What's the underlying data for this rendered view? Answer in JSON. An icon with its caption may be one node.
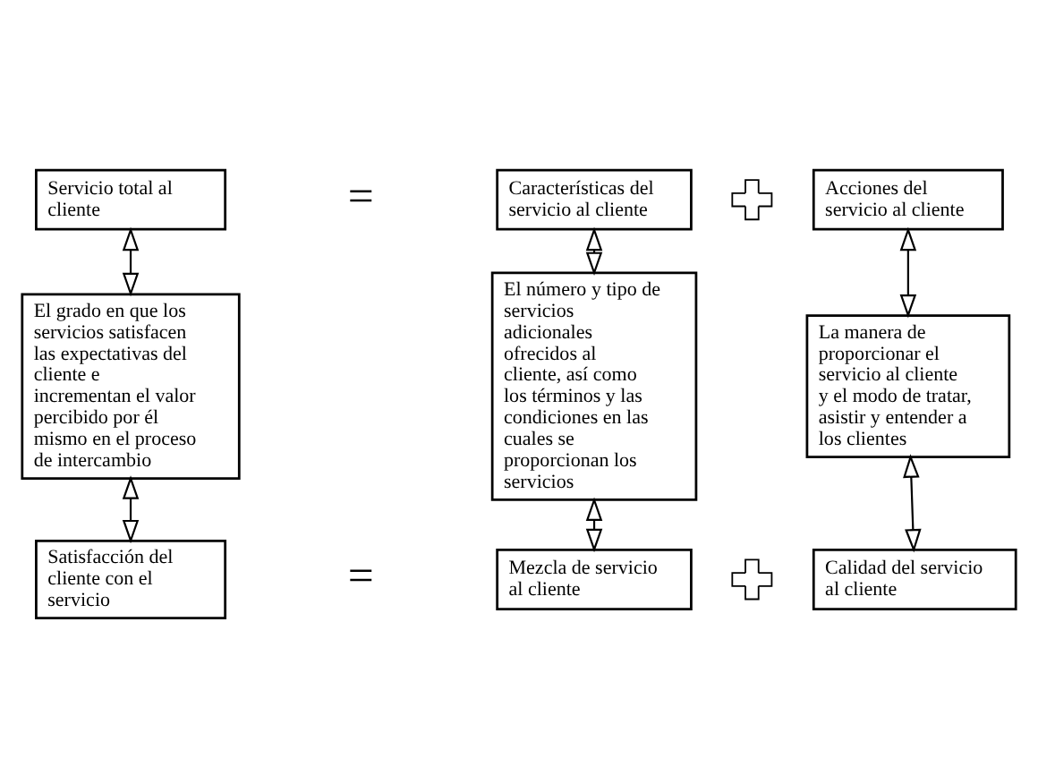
{
  "diagram": {
    "nodes": [
      {
        "text": [
          "Servicio total al cliente"
        ]
      },
      {
        "text": [
          "Características del servicio al cliente"
        ]
      },
      {
        "text": [
          "Acciones del servicio al cliente"
        ]
      },
      {
        "text": [
          "El grado en que los servicios satisfacen las expectativas del cliente e incrementan el valor percibido por él mismo en el proceso de intercambio"
        ]
      },
      {
        "text": [
          "El número y tipo de servicios adicionales ofrecidos al cliente, así como los términos y las condiciones en las cuales se proporcionan los servicios"
        ]
      },
      {
        "text": [
          "La manera de proporcionar el servicio al cliente y el modo de tratar, asistir y entender a los clientes"
        ]
      },
      {
        "text": [
          "Satisfacción del cliente con el servicio"
        ]
      },
      {
        "text": [
          "Mezcla de servicio al cliente"
        ]
      },
      {
        "text": [
          "Calidad del servicio al cliente"
        ]
      },
      {
        "text": [],
        "shape": "cross"
      },
      {
        "text": [],
        "shape": "cross"
      }
    ],
    "edges": [
      {
        "from": 0,
        "to": 3,
        "arrow": "both"
      },
      {
        "from": 1,
        "to": 4,
        "arrow": "both"
      },
      {
        "from": 2,
        "to": 5,
        "arrow": "both"
      },
      {
        "from": 3,
        "to": 6,
        "arrow": "both"
      },
      {
        "from": 4,
        "to": 7,
        "arrow": "both"
      },
      {
        "from": 5,
        "to": 8,
        "arrow": "both"
      }
    ],
    "labels": [
      "=",
      "="
    ]
  }
}
